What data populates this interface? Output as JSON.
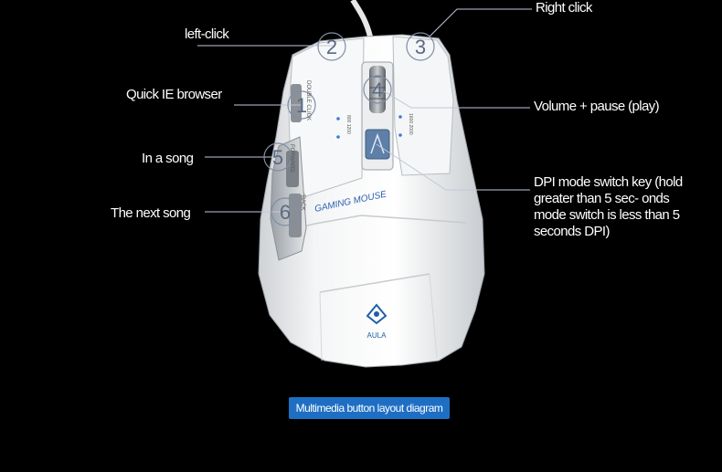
{
  "labels": {
    "right_click": "Right click",
    "left_click": "left-click",
    "quick_ie": "Quick IE browser",
    "volume": "Volume + pause (play)",
    "in_song": "In a song",
    "dpi": "DPI mode switch key (hold greater than 5 sec- onds mode switch is less than 5 seconds DPI)",
    "next_song": "The next song"
  },
  "markers": [
    "1",
    "2",
    "3",
    "4",
    "5",
    "6"
  ],
  "mouse_text": {
    "gaming": "GAMING MOUSE",
    "double": "DOUBLE CLICK",
    "forward": "FORWARD",
    "back": "BACK",
    "dpi_left": "800 1200",
    "dpi_right": "1600 2000",
    "brand": "AULA"
  },
  "caption": "Multimedia button layout diagram",
  "colors": {
    "background": "#000000",
    "caption": "#1e6fc4",
    "line": "#bfc8d8"
  }
}
